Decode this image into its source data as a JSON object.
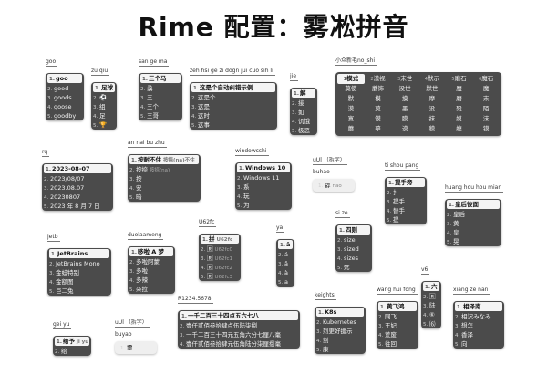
{
  "title": "Rime 配置：雾凇拼音",
  "panels": {
    "goo": {
      "code": "goo",
      "items": [
        {
          "n": "1.",
          "t": "goo"
        },
        {
          "n": "2.",
          "t": "good"
        },
        {
          "n": "3.",
          "t": "goods"
        },
        {
          "n": "4.",
          "t": "goose"
        },
        {
          "n": "5.",
          "t": "goodby"
        }
      ]
    },
    "zuqiu": {
      "code": "zu qiu",
      "items": [
        {
          "n": "1.",
          "t": "足球"
        },
        {
          "n": "2.",
          "t": "⚽"
        },
        {
          "n": "3.",
          "t": "组"
        },
        {
          "n": "4.",
          "t": "足"
        },
        {
          "n": "5.",
          "t": "🏆"
        }
      ]
    },
    "sangema": {
      "code": "san ge ma",
      "items": [
        {
          "n": "1.",
          "t": "三个马"
        },
        {
          "n": "2.",
          "t": "骉"
        },
        {
          "n": "3.",
          "t": "三"
        },
        {
          "n": "4.",
          "t": "三个"
        },
        {
          "n": "5.",
          "t": "三哥"
        }
      ]
    },
    "zehsi": {
      "code": "zeh hsi ge zi dogn jui cuo sih li",
      "items": [
        {
          "n": "1.",
          "t": "这是个自动纠错示例"
        },
        {
          "n": "2.",
          "t": "这是个"
        },
        {
          "n": "3.",
          "t": "这是"
        },
        {
          "n": "4.",
          "t": "这时"
        },
        {
          "n": "5.",
          "t": "这事"
        }
      ]
    },
    "jie": {
      "code": "jie",
      "items": [
        {
          "n": "1.",
          "t": "解"
        },
        {
          "n": "2.",
          "t": "接"
        },
        {
          "n": "3.",
          "t": "如"
        },
        {
          "n": "4.",
          "t": "饥饿"
        },
        {
          "n": "5.",
          "t": "极恶"
        }
      ]
    },
    "xiaozhong": {
      "code": "小众新毛no_shi",
      "cells": [
        {
          "n": "1",
          "t": "模式",
          "hl": true
        },
        {
          "n": "2",
          "t": "漠视"
        },
        {
          "n": "3",
          "t": "末世"
        },
        {
          "n": "4",
          "t": "默示"
        },
        {
          "n": "5",
          "t": "磨石"
        },
        {
          "n": "6",
          "t": "魔石"
        },
        {
          "n": "",
          "t": "莫使"
        },
        {
          "n": "",
          "t": "蘑饰"
        },
        {
          "n": "",
          "t": "没世"
        },
        {
          "n": "",
          "t": "默世"
        },
        {
          "n": "",
          "t": "魔"
        },
        {
          "n": "",
          "t": "魔"
        },
        {
          "n": "",
          "t": "默"
        },
        {
          "n": "",
          "t": "模"
        },
        {
          "n": "",
          "t": "摸"
        },
        {
          "n": "",
          "t": "摩"
        },
        {
          "n": "",
          "t": "磨"
        },
        {
          "n": "",
          "t": "末"
        },
        {
          "n": "",
          "t": "漠"
        },
        {
          "n": "",
          "t": "莫"
        },
        {
          "n": "",
          "t": "墨"
        },
        {
          "n": "",
          "t": "没"
        },
        {
          "n": "",
          "t": "殁"
        },
        {
          "n": "",
          "t": "陌"
        },
        {
          "n": "",
          "t": "寞"
        },
        {
          "n": "",
          "t": "馍"
        },
        {
          "n": "",
          "t": "膜"
        },
        {
          "n": "",
          "t": "抹"
        },
        {
          "n": "",
          "t": "嫫"
        },
        {
          "n": "",
          "t": "沫"
        },
        {
          "n": "",
          "t": "蘑"
        },
        {
          "n": "",
          "t": "摹"
        },
        {
          "n": "",
          "t": "谟"
        },
        {
          "n": "",
          "t": "貘"
        },
        {
          "n": "",
          "t": "嬷"
        },
        {
          "n": "",
          "t": "镆"
        }
      ]
    },
    "rq": {
      "code": "rq",
      "items": [
        {
          "n": "1.",
          "t": "2023-08-07"
        },
        {
          "n": "2.",
          "t": "2023/08/07"
        },
        {
          "n": "3.",
          "t": "2023.08.07"
        },
        {
          "n": "4.",
          "t": "20230807"
        },
        {
          "n": "5.",
          "t": "2023 年 8 月 7 日"
        }
      ]
    },
    "annai": {
      "code": "an nai bu zhu",
      "items": [
        {
          "n": "1.",
          "t": "按耐不住",
          "c": "按捺(na)不住"
        },
        {
          "n": "2.",
          "t": "按捺",
          "c": "按捺(na)"
        },
        {
          "n": "3.",
          "t": "按"
        },
        {
          "n": "4.",
          "t": "安"
        },
        {
          "n": "5.",
          "t": "暗"
        }
      ]
    },
    "windowsshi": {
      "code": "windowsshi",
      "items": [
        {
          "n": "1.",
          "t": "Windows 10"
        },
        {
          "n": "2.",
          "t": "Windows 11"
        },
        {
          "n": "3.",
          "t": "系"
        },
        {
          "n": "4.",
          "t": "玩"
        },
        {
          "n": "5.",
          "t": "为"
        }
      ]
    },
    "uUchaizi": {
      "code": "uUl （拆字）",
      "sub": "buhao",
      "items": [
        {
          "n": "1.",
          "t": "孬",
          "c": "nao"
        }
      ]
    },
    "tishou": {
      "code": "ti shou pang",
      "items": [
        {
          "n": "1.",
          "t": "提手旁"
        },
        {
          "n": "2.",
          "t": "扌"
        },
        {
          "n": "3.",
          "t": "提手"
        },
        {
          "n": "4.",
          "t": "替手"
        },
        {
          "n": "5.",
          "t": "提"
        }
      ]
    },
    "huanghou": {
      "code": "huang hou hou mian",
      "items": [
        {
          "n": "1.",
          "t": "皇后後面"
        },
        {
          "n": "2.",
          "t": "皇后"
        },
        {
          "n": "3.",
          "t": "黄"
        },
        {
          "n": "4.",
          "t": "皇"
        },
        {
          "n": "5.",
          "t": "晃"
        }
      ]
    },
    "jetb": {
      "code": "jetb",
      "items": [
        {
          "n": "1.",
          "t": "JetBrains"
        },
        {
          "n": "2.",
          "t": "JetBrains Mono"
        },
        {
          "n": "3.",
          "t": "金蛙特别"
        },
        {
          "n": "4.",
          "t": "金额图"
        },
        {
          "n": "5.",
          "t": "巨二兔"
        }
      ]
    },
    "duolaam": {
      "code": "duolaameng",
      "items": [
        {
          "n": "1.",
          "t": "哆啦 A 梦"
        },
        {
          "n": "2.",
          "t": "多啦阿蒙"
        },
        {
          "n": "3.",
          "t": "多啦"
        },
        {
          "n": "4.",
          "t": "多辣"
        },
        {
          "n": "5.",
          "t": "朵拉"
        }
      ]
    },
    "u62fc": {
      "code": "U62fc",
      "items": [
        {
          "n": "1.",
          "t": "拼",
          "c": "U62fc"
        },
        {
          "n": "2.",
          "t": "🅁",
          "c": "U62fc0"
        },
        {
          "n": "3.",
          "t": "🅁",
          "c": "U62fc1"
        },
        {
          "n": "4.",
          "t": "🅁",
          "c": "U62fc2"
        },
        {
          "n": "5.",
          "t": "🅁",
          "c": "U62fc3"
        }
      ]
    },
    "ya": {
      "code": "ya",
      "items": [
        {
          "n": "1.",
          "t": "ā"
        },
        {
          "n": "2.",
          "t": "á"
        },
        {
          "n": "3.",
          "t": "ǎ"
        },
        {
          "n": "4.",
          "t": "à"
        },
        {
          "n": "5.",
          "t": "a"
        }
      ]
    },
    "size": {
      "code": "si ze",
      "items": [
        {
          "n": "1.",
          "t": "四则"
        },
        {
          "n": "2.",
          "t": "size"
        },
        {
          "n": "3.",
          "t": "sized"
        },
        {
          "n": "4.",
          "t": "sizes"
        },
        {
          "n": "5.",
          "t": "死"
        }
      ]
    },
    "geiyu": {
      "code": "gei yu",
      "items": [
        {
          "n": "1.",
          "t": "给予",
          "c": "ji yu"
        },
        {
          "n": "2.",
          "t": "给"
        }
      ]
    },
    "uUbuyao": {
      "code": "uUl （拆字）",
      "sub": "buyao",
      "items": [
        {
          "n": "1.",
          "t": "嫑"
        }
      ]
    },
    "r1234": {
      "code": "R1234.5678",
      "items": [
        {
          "n": "1.",
          "t": "一千二百三十四点五六七八"
        },
        {
          "n": "2.",
          "t": "壹仟贰佰叁拾肆点伍陆柒捌"
        },
        {
          "n": "3.",
          "t": "一千二百三十四元五角六分七厘八毫"
        },
        {
          "n": "4.",
          "t": "壹仟贰佰叁拾肆元伍角陆分柒厘捌毫"
        }
      ]
    },
    "keights": {
      "code": "keights",
      "items": [
        {
          "n": "1.",
          "t": "K8s"
        },
        {
          "n": "2.",
          "t": "Kubernetes"
        },
        {
          "n": "3.",
          "t": "烈更好援示"
        },
        {
          "n": "4.",
          "t": "刻"
        },
        {
          "n": "5.",
          "t": "康"
        }
      ]
    },
    "wanghuifeng": {
      "code": "wang hui fong",
      "items": [
        {
          "n": "1.",
          "t": "黄飞鸿"
        },
        {
          "n": "2.",
          "t": "网飞"
        },
        {
          "n": "3.",
          "t": "王妃"
        },
        {
          "n": "4.",
          "t": "荒废"
        },
        {
          "n": "5.",
          "t": "往回"
        }
      ]
    },
    "v6": {
      "code": "v6",
      "items": [
        {
          "n": "1.",
          "t": "六"
        },
        {
          "n": "2.",
          "t": "🅁"
        },
        {
          "n": "3.",
          "t": "陆"
        },
        {
          "n": "4.",
          "t": "⑥"
        },
        {
          "n": "5.",
          "t": "⑹"
        }
      ]
    },
    "xiangze": {
      "code": "xiang ze nan",
      "items": [
        {
          "n": "1.",
          "t": "相泽南"
        },
        {
          "n": "2.",
          "t": "相沢みなみ"
        },
        {
          "n": "3.",
          "t": "想怎"
        },
        {
          "n": "4.",
          "t": "香泽"
        },
        {
          "n": "5.",
          "t": "向"
        }
      ]
    }
  }
}
